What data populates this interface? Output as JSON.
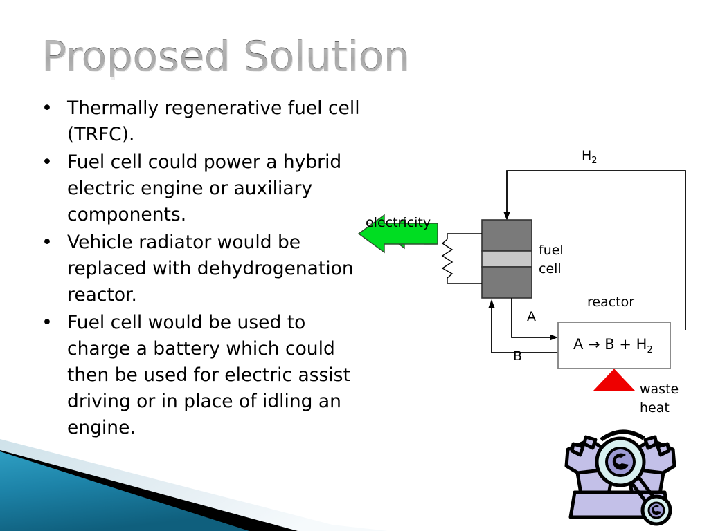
{
  "slide": {
    "title": "Proposed Solution",
    "bullet_marker": "•",
    "bullets": [
      "Thermally regenerative fuel cell (TRFC).",
      "Fuel cell could power a hybrid electric engine or auxiliary components.",
      "Vehicle radiator would be replaced with dehydrogenation reactor.",
      "Fuel cell would be used to charge a battery which could then be used for electric assist driving or in place of idling an engine."
    ]
  },
  "diagram": {
    "labels": {
      "hydrogen": "H2",
      "hydrogen_base": "H",
      "hydrogen_sub": "2",
      "electricity": "electricity",
      "fuel_cell_line1": "fuel",
      "fuel_cell_line2": "cell",
      "reactor": "reactor",
      "stream_a": "A",
      "stream_b": "B",
      "waste_heat_line1": "waste",
      "waste_heat_line2": "heat",
      "reaction_equation": "A → B + H2",
      "reaction_eq_pre": "A → B + H",
      "reaction_eq_sub": "2"
    },
    "colors": {
      "electricity_arrow": "#00dd22",
      "waste_heat_arrow": "#ee0000",
      "fuel_cell_electrode": "#7a7a7a",
      "fuel_cell_membrane": "#c8c8c8",
      "line": "#000000",
      "reactor_box_border": "#808080",
      "engine_body": "#c3c0e8",
      "engine_outline": "#000000",
      "engine_highlight": "#d8f0f0"
    }
  },
  "decoration": {
    "teal": "#1d83a8",
    "teal_dark": "#15637f",
    "black_stripe": "#000000",
    "pale_blue": "#dbe8ee"
  }
}
